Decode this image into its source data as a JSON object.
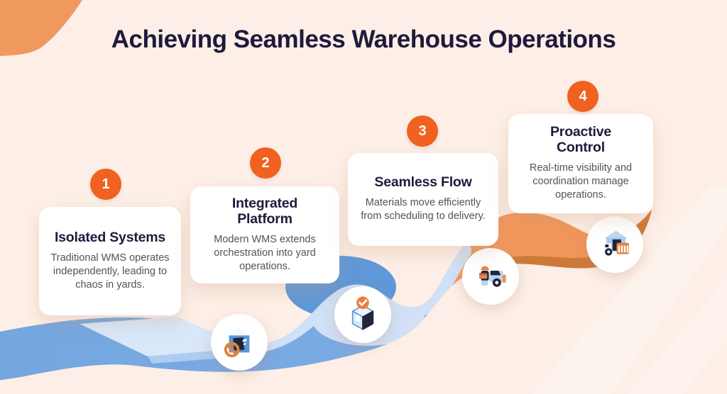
{
  "title": "Achieving Seamless Warehouse Operations",
  "steps": [
    {
      "number": "1",
      "heading": "Isolated Systems",
      "body": "Traditional WMS operates independently, leading to chaos in yards.",
      "icon": "blocked-warehouse"
    },
    {
      "number": "2",
      "heading": "Integrated Platform",
      "body": "Modern WMS extends orchestration into yard operations.",
      "icon": "approved-package"
    },
    {
      "number": "3",
      "heading": "Seamless Flow",
      "body": "Materials move efficiently from scheduling to delivery.",
      "icon": "worker-loading-truck"
    },
    {
      "number": "4",
      "heading": "Proactive Control",
      "body": "Real-time visibility and coordination manage operations.",
      "icon": "warehouse-truck-crate"
    }
  ],
  "colors": {
    "background": "#fdefe7",
    "accent_orange": "#f1611f",
    "corner_orange": "#f0995e",
    "wave_blue": "#74a6e0",
    "wave_blue_light": "#d9e7f8",
    "wave_orange": "#f0975c",
    "wave_orange_dark": "#cd7a39",
    "title_text": "#1e1a3c",
    "body_text": "#52525c",
    "card_background": "#ffffff"
  }
}
